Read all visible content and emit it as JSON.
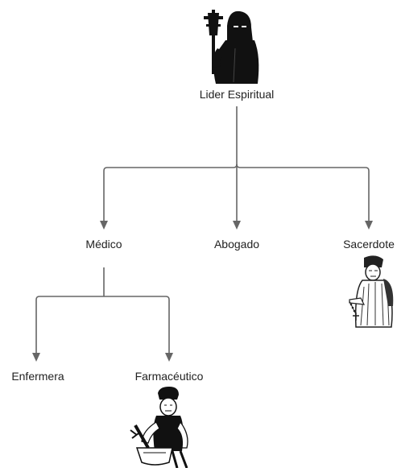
{
  "diagram": {
    "nodes": {
      "root": {
        "label": "Lider Espiritual",
        "icon": "hooded-figure-with-cross-icon"
      },
      "medico": {
        "label": "Médico"
      },
      "abogado": {
        "label": "Abogado"
      },
      "sacerdote": {
        "label": "Sacerdote",
        "icon": "priest-with-rosary-icon"
      },
      "enfermera": {
        "label": "Enfermera"
      },
      "farmaceutico": {
        "label": "Farmacéutico",
        "icon": "apothecary-with-mortar-icon"
      }
    },
    "edges": [
      {
        "from": "Lider Espiritual",
        "to": "Médico"
      },
      {
        "from": "Lider Espiritual",
        "to": "Abogado"
      },
      {
        "from": "Lider Espiritual",
        "to": "Sacerdote"
      },
      {
        "from": "Médico",
        "to": "Enfermera"
      },
      {
        "from": "Médico",
        "to": "Farmacéutico"
      }
    ],
    "colors": {
      "connector": "#666666",
      "text": "#222222",
      "figure": "#111111"
    }
  }
}
